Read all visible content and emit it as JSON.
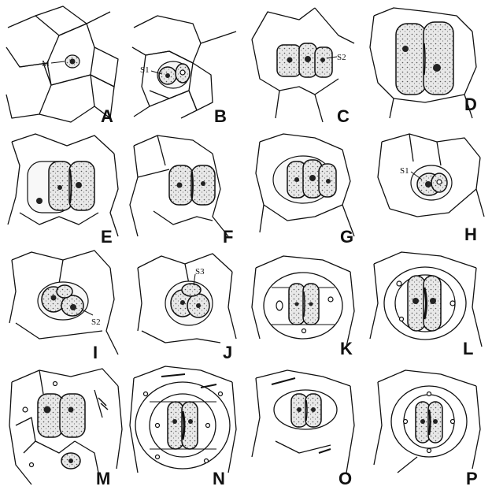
{
  "panels": [
    {
      "id": "A",
      "label": "A",
      "annotations": [
        "M"
      ]
    },
    {
      "id": "B",
      "label": "B",
      "annotations": [
        "S1"
      ]
    },
    {
      "id": "C",
      "label": "C",
      "annotations": [
        "S2"
      ]
    },
    {
      "id": "D",
      "label": "D",
      "annotations": []
    },
    {
      "id": "E",
      "label": "E",
      "annotations": []
    },
    {
      "id": "F",
      "label": "F",
      "annotations": []
    },
    {
      "id": "G",
      "label": "G",
      "annotations": []
    },
    {
      "id": "H",
      "label": "H",
      "annotations": [
        "S1"
      ]
    },
    {
      "id": "I",
      "label": "I",
      "annotations": [
        "S2"
      ]
    },
    {
      "id": "J",
      "label": "J",
      "annotations": [
        "S3"
      ]
    },
    {
      "id": "K",
      "label": "K",
      "annotations": []
    },
    {
      "id": "L",
      "label": "L",
      "annotations": []
    },
    {
      "id": "M",
      "label": "M",
      "annotations": []
    },
    {
      "id": "N",
      "label": "N",
      "annotations": []
    },
    {
      "id": "O",
      "label": "O",
      "annotations": []
    },
    {
      "id": "P",
      "label": "P",
      "annotations": []
    }
  ]
}
